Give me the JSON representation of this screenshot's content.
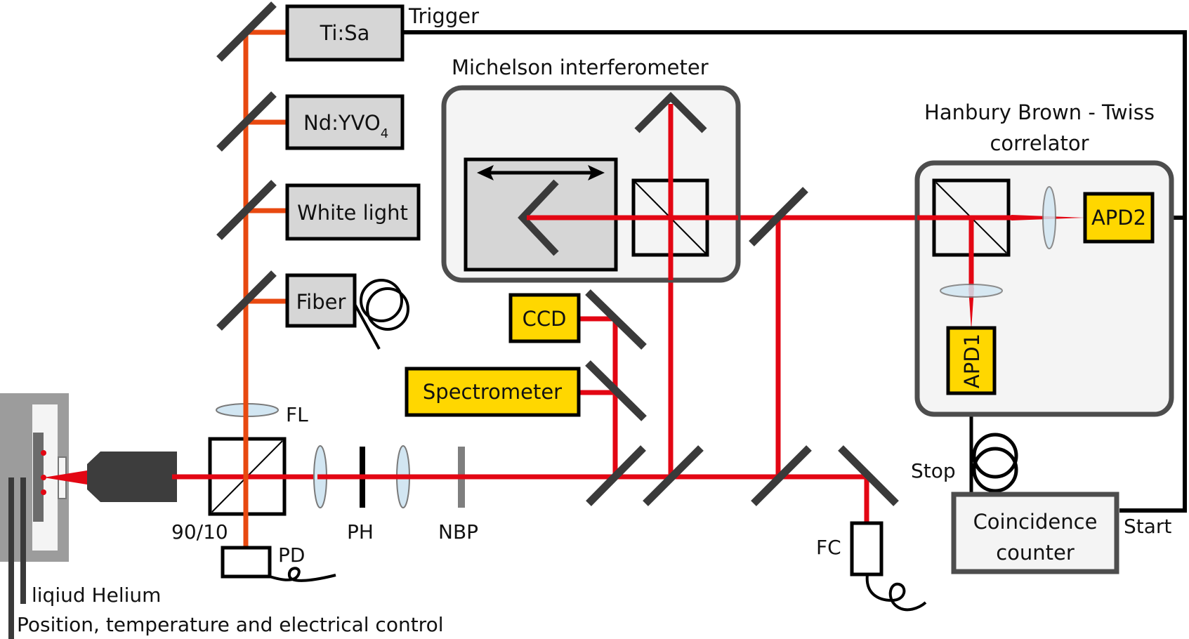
{
  "diagram": {
    "type": "optical-setup-schematic",
    "colors": {
      "pump_beam": "#e84910",
      "detection_beam": "#e30613",
      "mirror": "#3a3a3a",
      "source_box_fill": "#d6d6d6",
      "detector_fill": "#ffd700",
      "module_fill": "#f4f4f4",
      "module_border": "#4d4d4d",
      "lens_fill": "#d2e6f2",
      "lens_stroke": "#7a7a7a",
      "wire": "#000000",
      "cryostat_outer": "#9c9c9c",
      "cryostat_inner": "#f4f4f4",
      "sample_holder": "#6b6b6b",
      "objective": "#3d3d3d",
      "filter": "#7f7f7f"
    },
    "sources": [
      {
        "id": "tisa",
        "label": "Ti:Sa"
      },
      {
        "id": "ndyvo4",
        "label": "Nd:YVO",
        "subscript": "4"
      },
      {
        "id": "whitelight",
        "label": "White light"
      },
      {
        "id": "fiber",
        "label": "Fiber"
      }
    ],
    "detectors": {
      "ccd": "CCD",
      "spectrometer": "Spectrometer",
      "apd1": "APD1",
      "apd2": "APD2"
    },
    "modules": {
      "michelson": {
        "title": "Michelson interferometer"
      },
      "hbt": {
        "title_line1": "Hanbury Brown - Twiss",
        "title_line2": "correlator"
      },
      "coincidence": {
        "line1": "Coincidence",
        "line2": "counter"
      }
    },
    "labels": {
      "trigger": "Trigger",
      "start": "Start",
      "stop": "Stop",
      "fl": "FL",
      "beamsplitter": "90/10",
      "pd": "PD",
      "ph": "PH",
      "nbp": "NBP",
      "fc": "FC",
      "helium": "liqiud Helium",
      "control": "Position, temperature and electrical control"
    }
  }
}
